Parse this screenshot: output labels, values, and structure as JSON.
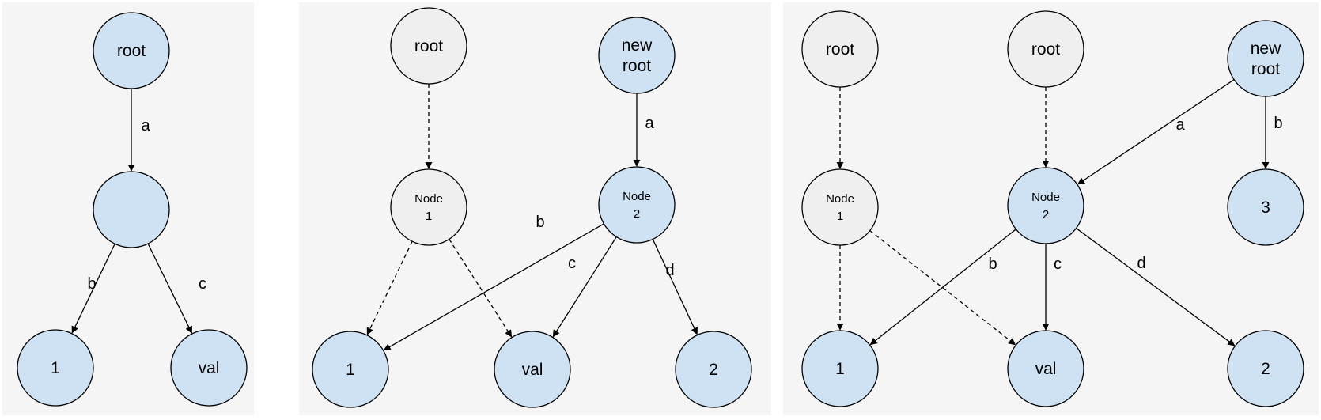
{
  "panels": [
    {
      "nodes": [
        {
          "id": "root",
          "label": [
            "root"
          ],
          "color": "blue"
        },
        {
          "id": "mid",
          "label": [],
          "color": "blue"
        },
        {
          "id": "one",
          "label": [
            "1"
          ],
          "color": "blue"
        },
        {
          "id": "val",
          "label": [
            "val"
          ],
          "color": "blue"
        }
      ],
      "edges": [
        {
          "from": "root",
          "to": "mid",
          "label": "a",
          "style": "solid"
        },
        {
          "from": "mid",
          "to": "one",
          "label": "b",
          "style": "solid"
        },
        {
          "from": "mid",
          "to": "val",
          "label": "c",
          "style": "solid"
        }
      ]
    },
    {
      "nodes": [
        {
          "id": "root",
          "label": [
            "root"
          ],
          "color": "gray"
        },
        {
          "id": "newroot",
          "label": [
            "new",
            "root"
          ],
          "color": "blue"
        },
        {
          "id": "node1",
          "label": [
            "Node",
            "1"
          ],
          "color": "gray"
        },
        {
          "id": "node2",
          "label": [
            "Node",
            "2"
          ],
          "color": "blue"
        },
        {
          "id": "one",
          "label": [
            "1"
          ],
          "color": "blue"
        },
        {
          "id": "val",
          "label": [
            "val"
          ],
          "color": "blue"
        },
        {
          "id": "two",
          "label": [
            "2"
          ],
          "color": "blue"
        }
      ],
      "edges": [
        {
          "from": "root",
          "to": "node1",
          "label": "",
          "style": "dashed"
        },
        {
          "from": "node1",
          "to": "one",
          "label": "",
          "style": "dashed"
        },
        {
          "from": "node1",
          "to": "val",
          "label": "",
          "style": "dashed"
        },
        {
          "from": "newroot",
          "to": "node2",
          "label": "a",
          "style": "solid"
        },
        {
          "from": "node2",
          "to": "one",
          "label": "b",
          "style": "solid"
        },
        {
          "from": "node2",
          "to": "val",
          "label": "c",
          "style": "solid"
        },
        {
          "from": "node2",
          "to": "two",
          "label": "d",
          "style": "solid"
        }
      ]
    },
    {
      "nodes": [
        {
          "id": "root1",
          "label": [
            "root"
          ],
          "color": "gray"
        },
        {
          "id": "root2",
          "label": [
            "root"
          ],
          "color": "gray"
        },
        {
          "id": "newroot",
          "label": [
            "new",
            "root"
          ],
          "color": "blue"
        },
        {
          "id": "node1",
          "label": [
            "Node",
            "1"
          ],
          "color": "gray"
        },
        {
          "id": "node2",
          "label": [
            "Node",
            "2"
          ],
          "color": "blue"
        },
        {
          "id": "three",
          "label": [
            "3"
          ],
          "color": "blue"
        },
        {
          "id": "one",
          "label": [
            "1"
          ],
          "color": "blue"
        },
        {
          "id": "val",
          "label": [
            "val"
          ],
          "color": "blue"
        },
        {
          "id": "two",
          "label": [
            "2"
          ],
          "color": "blue"
        }
      ],
      "edges": [
        {
          "from": "root1",
          "to": "node1",
          "label": "",
          "style": "dashed"
        },
        {
          "from": "root2",
          "to": "node2",
          "label": "",
          "style": "dashed"
        },
        {
          "from": "node1",
          "to": "one",
          "label": "",
          "style": "dashed"
        },
        {
          "from": "node1",
          "to": "val",
          "label": "",
          "style": "dashed"
        },
        {
          "from": "newroot",
          "to": "node2",
          "label": "a",
          "style": "solid"
        },
        {
          "from": "newroot",
          "to": "three",
          "label": "b",
          "style": "solid"
        },
        {
          "from": "node2",
          "to": "one",
          "label": "b",
          "style": "solid"
        },
        {
          "from": "node2",
          "to": "val",
          "label": "c",
          "style": "solid"
        },
        {
          "from": "node2",
          "to": "two",
          "label": "d",
          "style": "solid"
        }
      ]
    }
  ],
  "colors": {
    "blue": "#cfe2f3",
    "gray": "#efefef",
    "line": "#000000"
  }
}
